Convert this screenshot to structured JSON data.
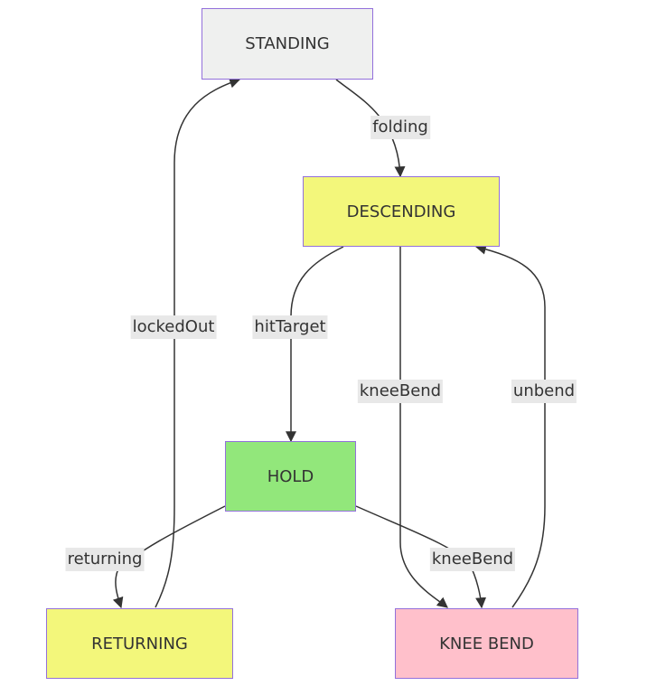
{
  "nodes": {
    "standing": {
      "label": "STANDING",
      "color": "#eff0ef"
    },
    "descending": {
      "label": "DESCENDING",
      "color": "#f3f77b"
    },
    "hold": {
      "label": "HOLD",
      "color": "#92e77b"
    },
    "returning": {
      "label": "RETURNING",
      "color": "#f3f77b"
    },
    "knee_bend": {
      "label": "KNEE BEND",
      "color": "#ffc0cb"
    }
  },
  "edges": {
    "folding": {
      "label": "folding",
      "from": "STANDING",
      "to": "DESCENDING"
    },
    "hit_target": {
      "label": "hitTarget",
      "from": "DESCENDING",
      "to": "HOLD"
    },
    "knee_bend_1": {
      "label": "kneeBend",
      "from": "DESCENDING",
      "to": "KNEE BEND"
    },
    "unbend": {
      "label": "unbend",
      "from": "KNEE BEND",
      "to": "DESCENDING"
    },
    "locked_out": {
      "label": "lockedOut",
      "from": "RETURNING",
      "to": "STANDING"
    },
    "returning": {
      "label": "returning",
      "from": "HOLD",
      "to": "RETURNING"
    },
    "knee_bend_2": {
      "label": "kneeBend",
      "from": "HOLD",
      "to": "KNEE BEND"
    }
  },
  "colors": {
    "edge": "#333333",
    "node_border": "#9370DB",
    "label_background": "#e8e8e8"
  }
}
